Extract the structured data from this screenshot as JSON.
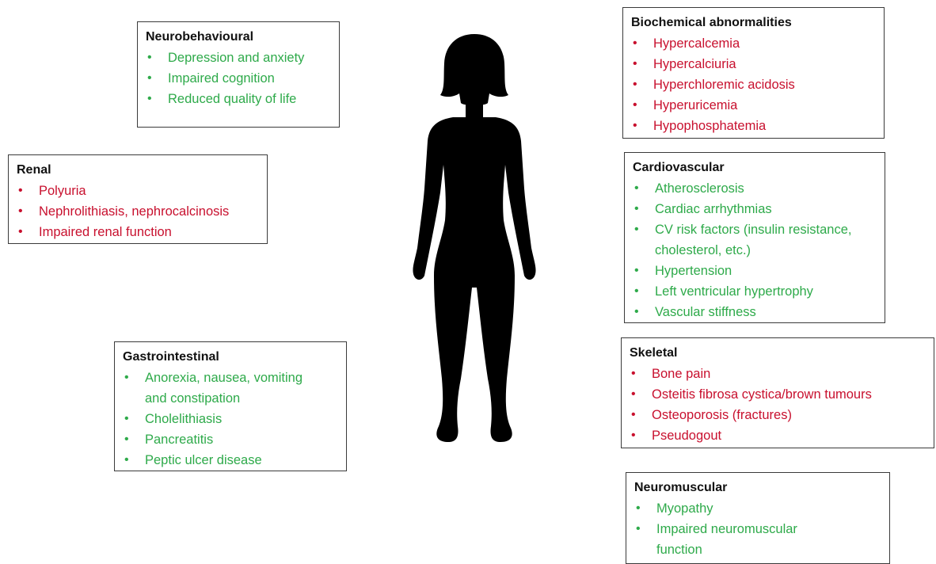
{
  "colors": {
    "adverse": "#c8102e",
    "improved": "#2eaa4a",
    "silhouette": "#000000"
  },
  "figure_icon": "female-body-silhouette-icon",
  "boxes": {
    "neurobehavioural": {
      "title": "Neurobehavioural",
      "items": [
        "Depression and anxiety",
        "Impaired cognition",
        "Reduced quality of life"
      ]
    },
    "renal": {
      "title": "Renal",
      "items": [
        "Polyuria",
        "Nephrolithiasis, nephrocalcinosis",
        "Impaired renal function"
      ]
    },
    "gastrointestinal": {
      "title": "Gastrointestinal",
      "items": [
        "Anorexia, nausea, vomiting and constipation",
        "Cholelithiasis",
        "Pancreatitis",
        "Peptic ulcer disease"
      ]
    },
    "biochemical": {
      "title": "Biochemical abnormalities",
      "items": [
        "Hypercalcemia",
        "Hypercalciuria",
        "Hyperchloremic acidosis",
        "Hyperuricemia",
        "Hypophosphatemia"
      ]
    },
    "cardiovascular": {
      "title": "Cardiovascular",
      "items": [
        "Atherosclerosis",
        "Cardiac arrhythmias",
        "CV risk factors (insulin resistance, cholesterol, etc.)",
        "Hypertension",
        "Left ventricular hypertrophy",
        "Vascular stiffness"
      ]
    },
    "skeletal": {
      "title": "Skeletal",
      "items": [
        "Bone pain",
        "Osteitis fibrosa cystica/brown tumours",
        "Osteoporosis (fractures)",
        "Pseudogout"
      ]
    },
    "neuromuscular": {
      "title": "Neuromuscular",
      "items": [
        "Myopathy",
        "Impaired neuromuscular function"
      ]
    }
  }
}
